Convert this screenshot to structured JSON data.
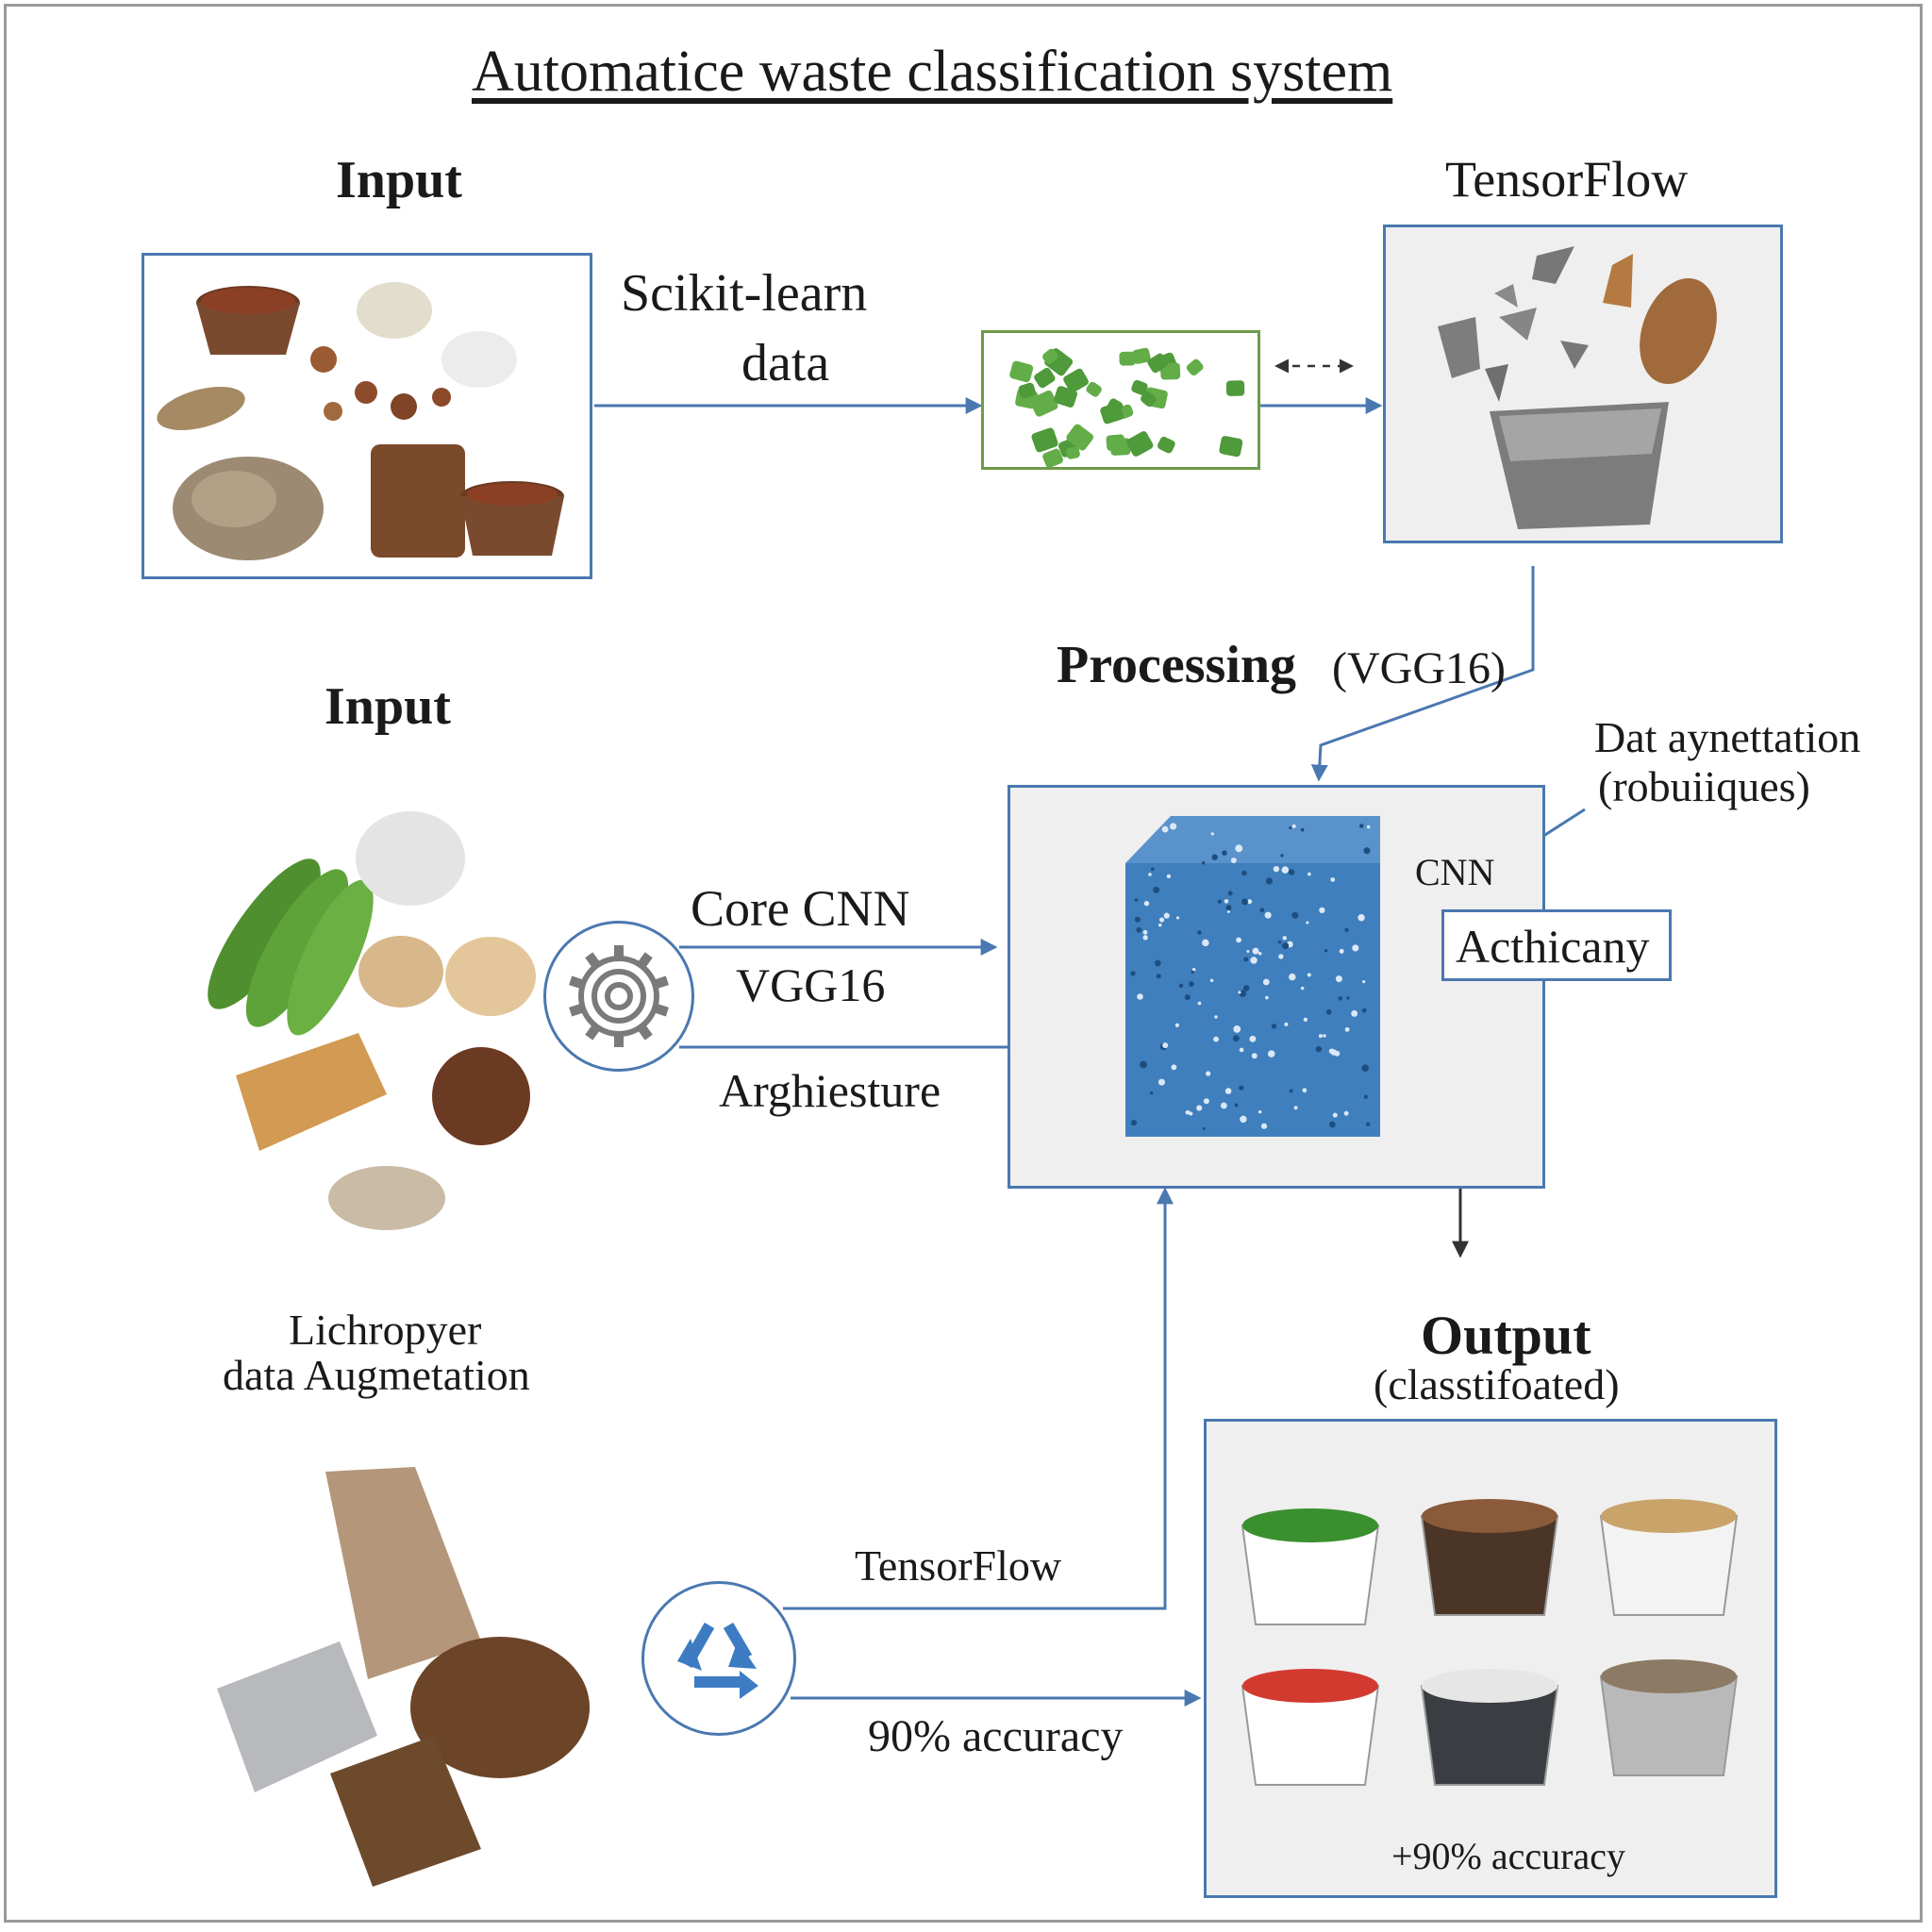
{
  "title": "Automatice waste classification system",
  "labels": {
    "input_top": "Input",
    "sklearn_line1": "Scikit-learn",
    "sklearn_line2": "data",
    "tensorflow_top": "TensorFlow",
    "processing": "Processing",
    "processing_sub": "(VGG16)",
    "input_mid": "Input",
    "augment_line1": "Dat aynettation",
    "augment_line2": "(robuiiques)",
    "cnn": "CNN",
    "acthicany": "Acthicany",
    "core_cnn": "Core CNN",
    "vgg16": "VGG16",
    "arghiesture": "Arghiesture",
    "lichropyer_line1": "Lichropyer",
    "lichropyer_line2": "data Augmetation",
    "output": "Output",
    "output_sub": "(classtifoated)",
    "tensorflow_bottom": "TensorFlow",
    "accuracy_90": "90% accuracy",
    "accuracy_plus90": "+90% accuracy"
  },
  "colors": {
    "accent_blue": "#4a78b0",
    "dark_arrow": "#333333",
    "green_box": "#6f9a4a",
    "cube_blue": "#3f7fbe",
    "panel_gray": "#efefef"
  },
  "icons": {
    "cnn_circle": "gear-icon",
    "recycle_circle": "recycle-icon"
  }
}
